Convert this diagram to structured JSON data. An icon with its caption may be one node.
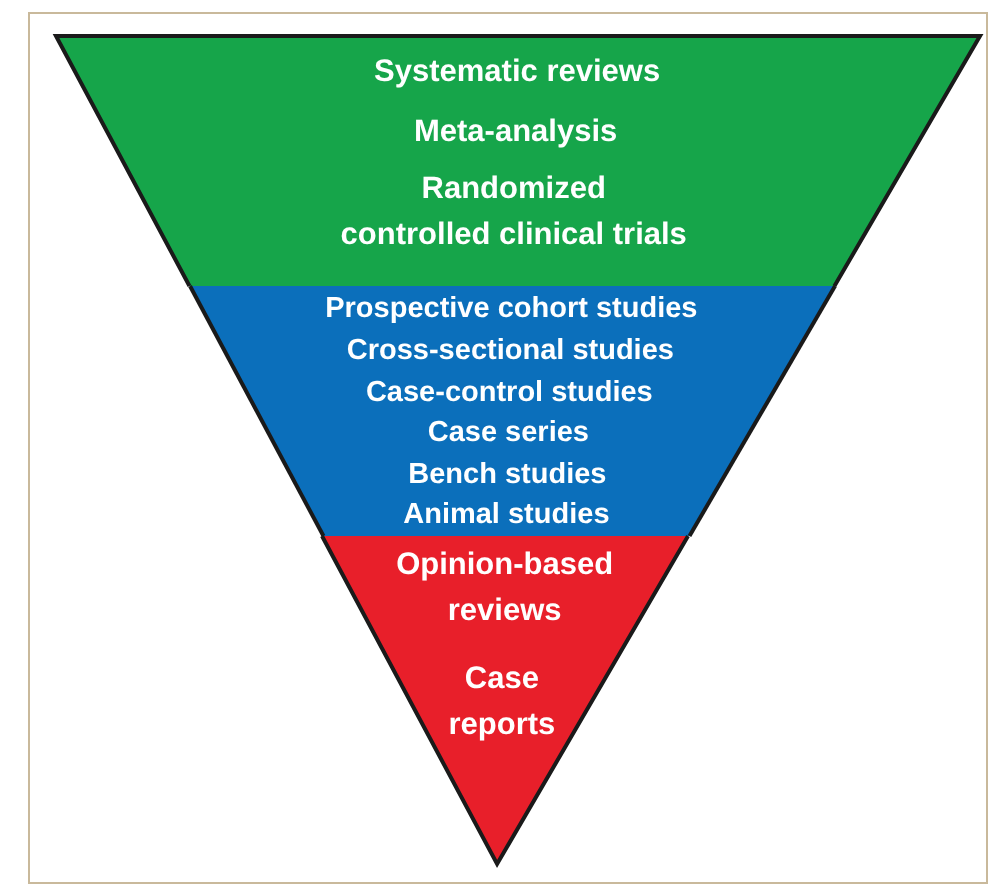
{
  "diagram": {
    "nodes": [
      {
        "text": [
          "Systematic reviews",
          "Meta-analysis",
          "Randomized controlled clinical trials"
        ]
      },
      {
        "text": [
          "Prospective cohort studies",
          "Cross-sectional studies",
          "Case-control studies",
          "Case series",
          "Bench studies",
          "Animal studies"
        ]
      },
      {
        "text": [
          "Opinion-based reviews",
          "Case reports"
        ]
      }
    ]
  }
}
